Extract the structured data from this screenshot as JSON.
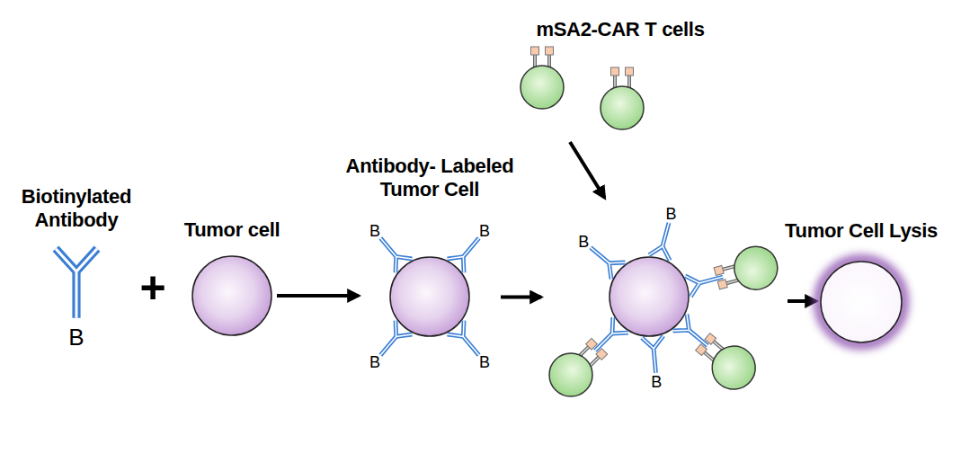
{
  "diagram": {
    "nodes": [
      {
        "text": [
          "Biotinylated Antibody",
          "B"
        ]
      },
      {
        "text": [
          "Tumor cell"
        ]
      },
      {
        "text": [
          "Antibody- Labeled Tumor Cell",
          "B",
          "B",
          "B",
          "B"
        ]
      },
      {
        "text": [
          "mSA2-CAR T cells"
        ]
      },
      {
        "text": [
          "B",
          "B",
          "B"
        ]
      },
      {
        "text": [
          "Tumor Cell Lysis"
        ]
      }
    ],
    "edges": [
      {
        "from": 1,
        "to": 2,
        "arrow": "to"
      },
      {
        "from": 2,
        "to": 4,
        "arrow": "to"
      },
      {
        "from": 3,
        "to": 4,
        "arrow": "to"
      },
      {
        "from": 4,
        "to": 5,
        "arrow": "to"
      }
    ],
    "labels": [
      "+"
    ]
  }
}
